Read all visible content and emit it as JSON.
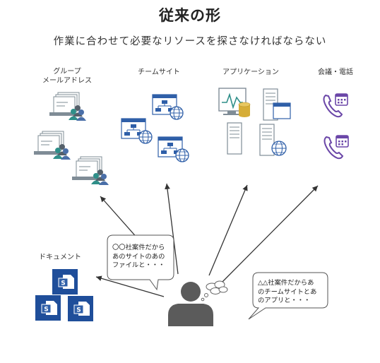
{
  "title": "従来の形",
  "subtitle": "作業に合わせて必要なリソースを探さなければならない",
  "categories": {
    "group": "グループ\nメールアドレス",
    "team": "チームサイト",
    "app": "アプリケーション",
    "meeting": "会議・電話",
    "docs": "ドキュメント"
  },
  "bubbles": {
    "left": "〇〇社案件だから\nあのサイトのあの\nファイルと・・・",
    "right": "△△社案件だからあ\nのチームサイトとあ\nのアプリと・・・"
  },
  "colors": {
    "blue": "#2f5fa8",
    "darkblue": "#1f4e9a",
    "person": "#5b5b5b",
    "icon_gray": "#7f8c96",
    "purple": "#6b47a8",
    "teal": "#2f8f89",
    "gold": "#d6ad37"
  }
}
